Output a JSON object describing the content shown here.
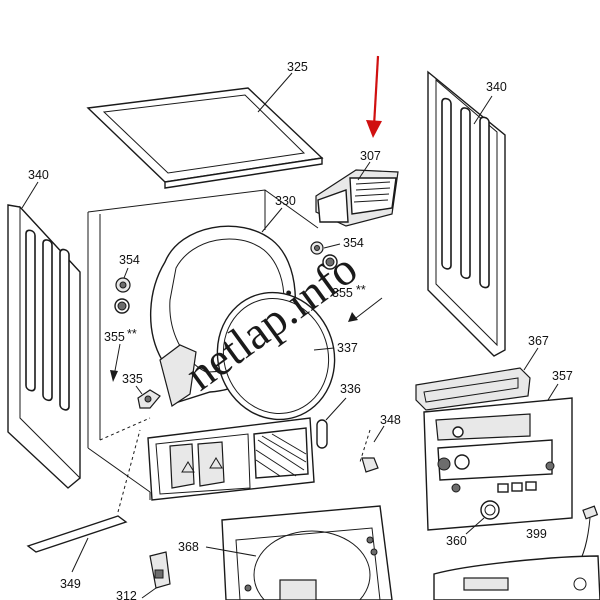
{
  "diagram": {
    "watermark": "netlap.info",
    "callouts": {
      "c325": "325",
      "c340_right": "340",
      "c340_left": "340",
      "c307": "307",
      "c330": "330",
      "c354_left": "354",
      "c354_right": "354",
      "c355_left": "355",
      "c355_right": "355",
      "c355_left_mark": "**",
      "c355_right_mark": "**",
      "c337": "337",
      "c335": "335",
      "c336": "336",
      "c348": "348",
      "c367": "367",
      "c357": "357",
      "c368": "368",
      "c349": "349",
      "c312": "312",
      "c360": "360",
      "c399": "399"
    },
    "colors": {
      "arrow": "#d01010",
      "line": "#1a1a1a",
      "background": "#ffffff"
    }
  }
}
